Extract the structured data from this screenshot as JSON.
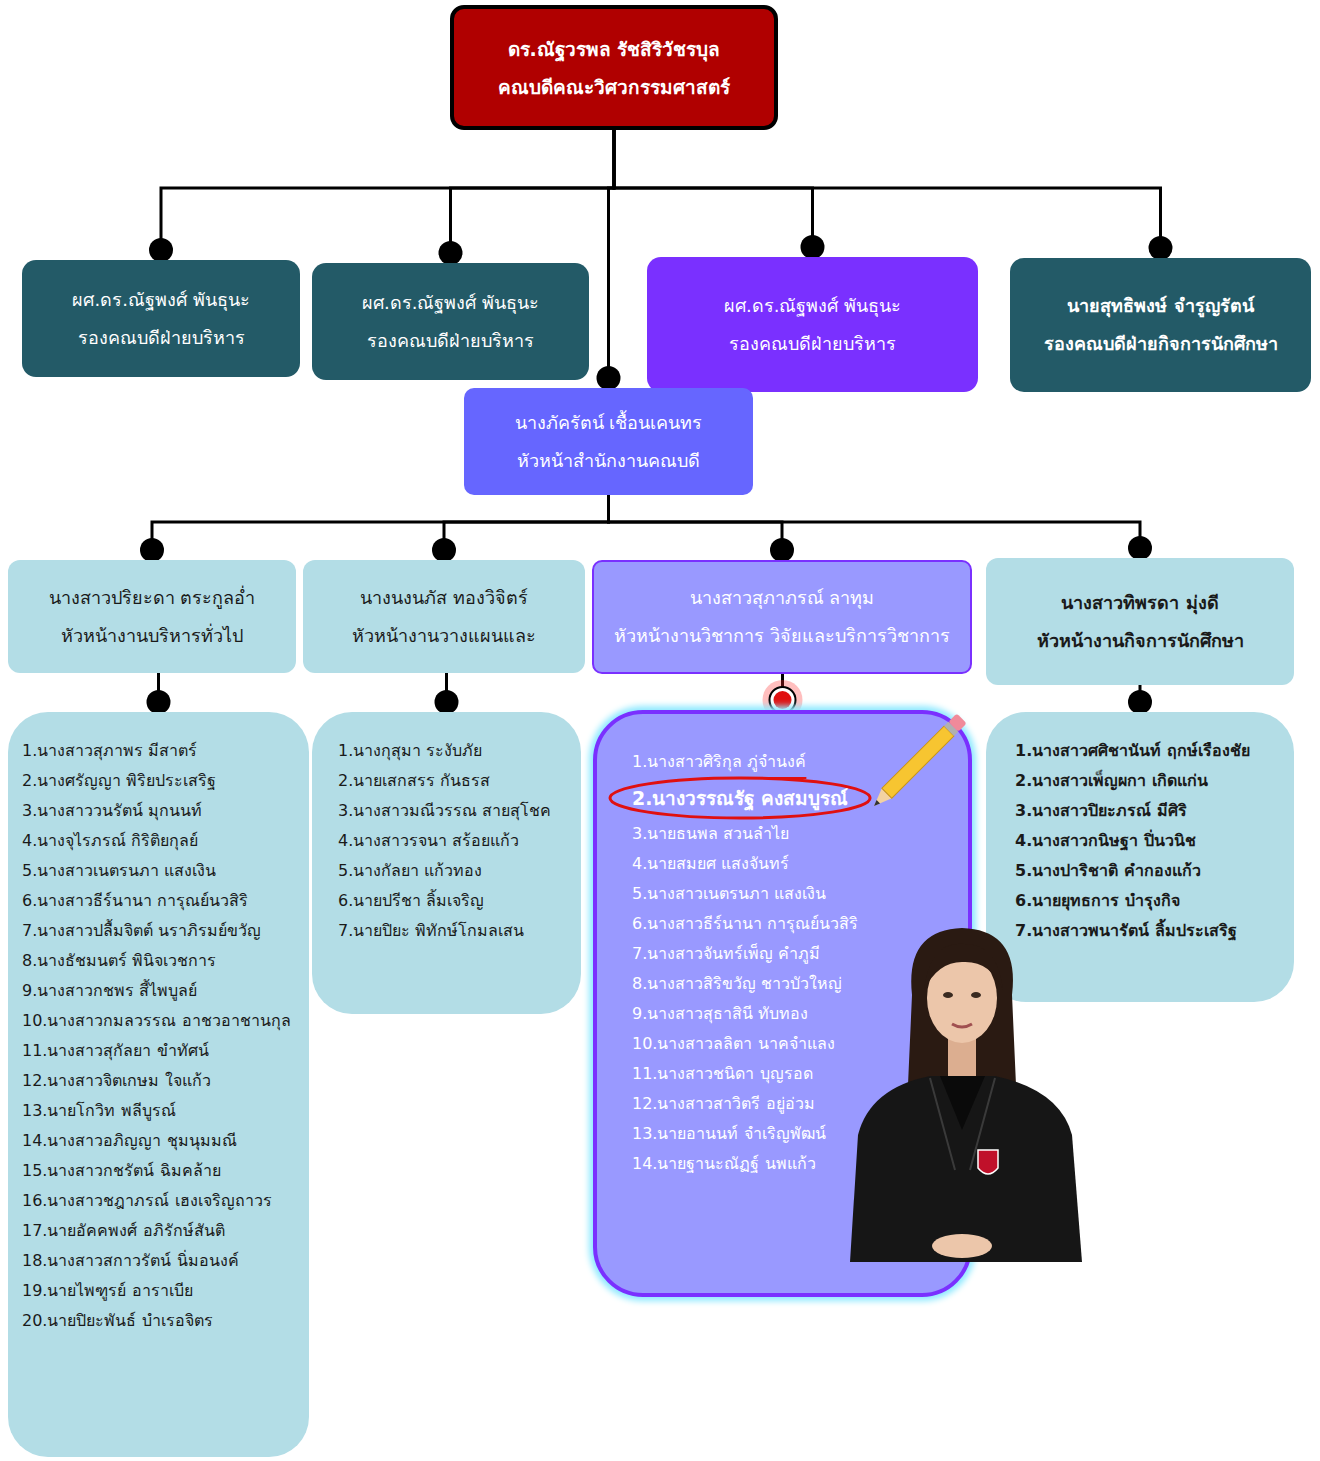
{
  "diagram": {
    "nodes": [
      {
        "text": [
          "ดร.ณัฐวรพล รัชสิริวัชรบุล",
          "คณบดีคณะวิศวกรรมศาสตร์"
        ]
      },
      {
        "text": [
          "ผศ.ดร.ณัฐพงศ์ พันธุนะ",
          "รองคณบดีฝ่ายบริหาร"
        ]
      },
      {
        "text": [
          "ผศ.ดร.ณัฐพงศ์ พันธุนะ",
          "รองคณบดีฝ่ายบริหาร"
        ]
      },
      {
        "text": [
          "ผศ.ดร.ณัฐพงศ์ พันธุนะ",
          "รองคณบดีฝ่ายบริหาร"
        ]
      },
      {
        "text": [
          "นายสุทธิพงษ์ จำรูญรัตน์",
          "รองคณบดีฝ่ายกิจการนักศึกษา"
        ]
      },
      {
        "text": [
          "นางภัครัตน์ เชื้อนเคนทร",
          "หัวหน้าสำนักงานคณบดี"
        ]
      },
      {
        "text": [
          "นางสาวปริยะดา ตระกูลอ่ำ",
          "หัวหน้างานบริหารทั่วไป"
        ]
      },
      {
        "text": [
          "นางนงนภัส ทองวิจิตร์",
          "หัวหน้างานวางแผนและ"
        ]
      },
      {
        "text": [
          "นางสาวสุภาภรณ์ ลาทุม",
          "หัวหน้างานวิชาการ วิจัยและบริการวิชาการ"
        ]
      },
      {
        "text": [
          "นางสาวทิพรดา มุ่งดี",
          "หัวหน้างานกิจการนักศึกษา"
        ]
      },
      {
        "text": [
          "1.นางสาวสุภาพร มีสาตร์",
          "2.นางศรัญญา พิริยประเสริฐ",
          "3.นางสาววนรัตน์ มุกนนท์",
          "4.นางจุไรภรณ์ กิริติยกุลย์",
          "5.นางสาวเนตรนภา แสงเงิน",
          "6.นางสาวธีร์นานา การุณย์นวสิริ",
          "7.นางสาวปลื้มจิตต์ นราภิรมย์ขวัญ",
          "8.นางธัชมนตร์ พินิจเวชการ",
          "9.นางสาวกชพร สี้ไพบูลย์",
          "10.นางสาวกมลวรรณ อาชวอาชานกุล",
          "11.นางสาวสุกัลยา ขำทัศน์",
          "12.นางสาวจิตเกษม ใจแก้ว",
          "13.นายโกวิท พลีบูรณ์",
          "14.นางสาวอภิญญา ชุมนุมมณี",
          "15.นางสาวกชรัตน์ ฉิมคล้าย",
          "16.นางสาวชฎาภรณ์ เฮงเจริญถาวร",
          "17.นายอัคคพงศ์ อภิรักษ์สันติ",
          "18.นางสาวสกาวรัตน์ นิ่มอนงค์",
          "19.นายไพฑูรย์ อาราเบีย",
          "20.นายปิยะพันธ์ บำเรอจิตร"
        ]
      },
      {
        "text": [
          "1.นางกุสุมา ระงับภัย",
          "2.นายเสกสรร กันธรส",
          "3.นางสาวมณีวรรณ สายสุโชค",
          "4.นางสาวรจนา สร้อยแก้ว",
          "5.นางกัลยา แก้วทอง",
          "6.นายปรีชา ลิ้มเจริญ",
          "7.นายปิยะ พิทักษ์โกมลเสน"
        ]
      },
      {
        "text": [
          "1.นางสาวศิริกุล ภู่จำนงค์",
          "2.นางวรรณรัฐ คงสมบูรณ์",
          "3.นายธนพล สวนลำไย",
          "4.นายสมยศ แสงจันทร์",
          "5.นางสาวเนตรนภา แสงเงิน",
          "6.นางสาวธีร์นานา การุณย์นวสิริ",
          "7.นางสาวจันทร์เพ็ญ คำภูมี",
          "8.นางสาวสิริขวัญ ชาวบัวใหญ่",
          "9.นางสาวสุธาสินี ทับทอง",
          "10.นางสาวลลิตา นาคจำแลง",
          "11.นางสาวชนิดา บุญรอด",
          "12.นางสาวสาวิตรี อยู่อ่วม",
          "13.นายอานนท์ จำเริญพัฒน์",
          "14.นายฐานะณัฏฐ์ นพแก้ว"
        ]
      },
      {
        "text": [
          "1.นางสาวศศิชานันท์ ฤกษ์เรืองชัย",
          "2.นางสาวเพ็ญผกา เกิดแก่น",
          "3.นางสาวปิยะภรณ์ มีศิริ",
          "4.นางสาวกนิษฐา ปิ่นวนิช",
          "5.นางปาริชาติ คำกองแก้ว",
          "6.นายยุทธการ บำรุงกิจ",
          "7.นางสาวพนารัตน์ ลิ้มประเสริฐ"
        ]
      }
    ],
    "edges": [
      {
        "from": 0,
        "to": 1,
        "arrow": "none"
      },
      {
        "from": 0,
        "to": 2,
        "arrow": "none"
      },
      {
        "from": 0,
        "to": 3,
        "arrow": "none"
      },
      {
        "from": 0,
        "to": 4,
        "arrow": "none"
      },
      {
        "from": 0,
        "to": 5,
        "arrow": "none"
      },
      {
        "from": 5,
        "to": 6,
        "arrow": "none"
      },
      {
        "from": 5,
        "to": 7,
        "arrow": "none"
      },
      {
        "from": 5,
        "to": 8,
        "arrow": "none"
      },
      {
        "from": 5,
        "to": 9,
        "arrow": "none"
      },
      {
        "from": 6,
        "to": 10,
        "arrow": "none"
      },
      {
        "from": 7,
        "to": 11,
        "arrow": "none"
      },
      {
        "from": 8,
        "to": 12,
        "arrow": "none"
      },
      {
        "from": 9,
        "to": 13,
        "arrow": "none"
      }
    ]
  }
}
